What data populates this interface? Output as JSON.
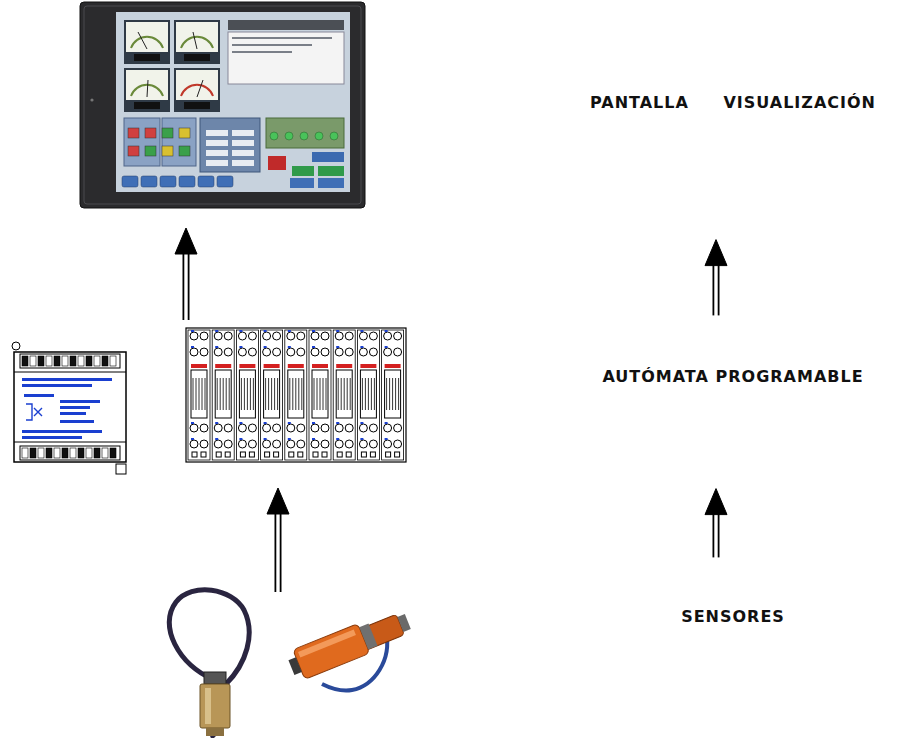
{
  "diagram": {
    "nodes": [
      {
        "text": [
          "PANTALLA VISUALIZACIÓN"
        ]
      },
      {
        "text": [
          "AUTÓMATA PROGRAMABLE"
        ]
      },
      {
        "text": [
          "SENSORES"
        ]
      }
    ],
    "edges": [
      {
        "from": 2,
        "to": 1,
        "arrow": "to"
      },
      {
        "from": 1,
        "to": 0,
        "arrow": "to"
      }
    ]
  }
}
